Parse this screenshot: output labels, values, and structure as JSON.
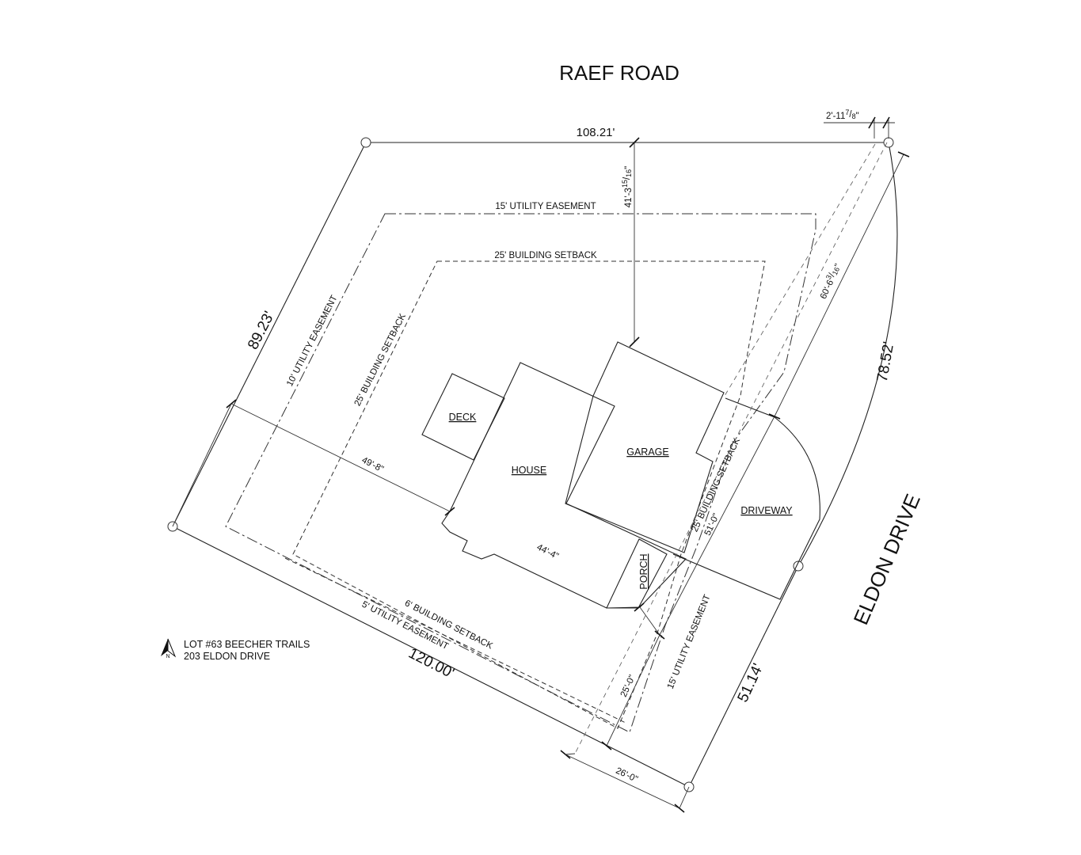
{
  "streets": {
    "north": "RAEF ROAD",
    "east": "ELDON DRIVE"
  },
  "property_dimensions": {
    "north": "108.21'",
    "west": "89.23'",
    "south": "120.00'",
    "east_curve": "78.52'",
    "east_lower": "51.14'"
  },
  "offsets": {
    "corner_offset_top": "2'-11",
    "corner_offset_top_num": "7",
    "corner_offset_top_den": "8",
    "corner_offset_top_unit": "\"",
    "garage_to_north": "41'-3",
    "garage_to_north_num": "15",
    "garage_to_north_den": "16",
    "garage_to_north_unit": "\"",
    "diagonal": "60'-6",
    "diagonal_num": "3",
    "diagonal_den": "16",
    "diagonal_unit": "\"",
    "house_to_west": "49'-8\"",
    "house_front_width": "44'-4\"",
    "garage_to_east": "51'-0\"",
    "porch_to_setback": "25'-0\"",
    "bottom_width": "26'-0\""
  },
  "easements": {
    "north_utility": "15' UTILITY EASEMENT",
    "north_setback": "25' BUILDING SETBACK",
    "west_utility": "10' UTILITY EASEMENT",
    "west_setback": "25' BUILDING SETBACK",
    "south_setback": "6' BUILDING SETBACK",
    "south_utility": "5' UTILITY EASEMENT",
    "east_setback": "25' BUILDING SETBACK",
    "east_utility": "15' UTILITY EASEMENT"
  },
  "structures": {
    "deck": "DECK",
    "house": "HOUSE",
    "garage": "GARAGE",
    "porch": "PORCH",
    "driveway": "DRIVEWAY"
  },
  "legend": {
    "north_letter": "N",
    "line1": "LOT #63 BEECHER TRAILS",
    "line2": "203 ELDON DRIVE"
  }
}
